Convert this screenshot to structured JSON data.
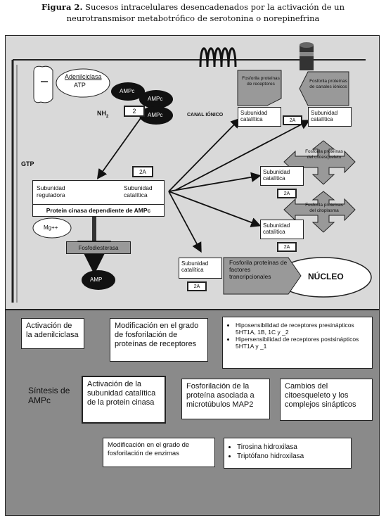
{
  "caption": {
    "label": "Figura 2.",
    "line1": "Sucesos intracelulares desencadenados por la activación de un",
    "line2": "neurotransmisor metabotrófico de serotonina o norepinefrina"
  },
  "top": {
    "adenilciclasa": "Adenilciclasa",
    "atp": "ATP",
    "ampc": "AMPc",
    "nh2": "NH",
    "nh2_sub": "2",
    "two": "2",
    "canal": "CANAL IÓNICO",
    "gtp": "GTP",
    "twoA": "2A",
    "reguladora": "Subunidad reguladora",
    "catalitica": "Subunidad catalítica",
    "pk": "Protein cinasa dependiente de AMPc",
    "mg": "Mg++",
    "fosfo": "Fosfodiesterasa",
    "amp": "AMP",
    "fosf_receptores": "Fosforila proteínas de receptores",
    "fosf_canales": "Fosforila proteínas de canales iónicos",
    "fosf_cito": "Fosforila proteínas del citoesqueleto",
    "fosf_citoplasma": "Fosforila proteínas del citoplasma",
    "fosf_factores": "Fosforila proteínas de factores trancripcionales",
    "nucleo": "NÚCLEO"
  },
  "bottom": {
    "activacion_ad": "Activación de la adenilciclasa",
    "sintesis": "Síntesis de AMPc",
    "activacion_sub": "Activación de la subunidad catalítica de la protein cinasa",
    "mod_receptores": "Modificación en el grado de fosforilación de proteínas de receptores",
    "hipo1": "Hiposensibilidad de receptores presinápticos 5HT1A, 1B, 1C y _2",
    "hipo2": "Hipersensibilidad de receptores postsinápticos 5HT1A y _1",
    "fosf_map2": "Fosforilación de la proteína asociada a microtúbulos MAP2",
    "cambios": "Cambios del citoesqueleto y los complejos sinápticos",
    "mod_enzimas": "Modificación en el grado de fosforilación de enzimas",
    "tirosina": "Tirosina hidroxilasa",
    "triptofano": "Triptófano hidroxilasa"
  }
}
